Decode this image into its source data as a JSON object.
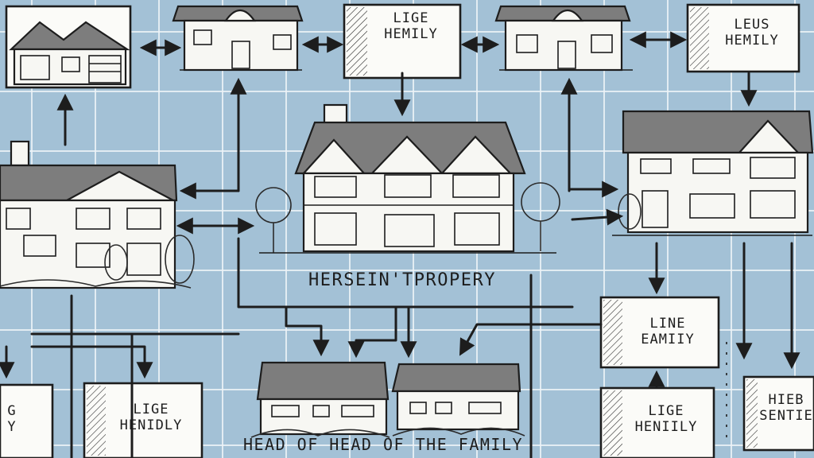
{
  "boxes": {
    "top_middle": "LIGE\nHEMILY",
    "top_right": "LEUS\nHEMILY",
    "right_middle": "LINE\nEAMIIY",
    "bottom_right_lower": "LIGE\nHENIILY",
    "bottom_left": "LIGE\nHENIDLY",
    "bottom_far_left": "G\nY",
    "bottom_far_right": "HIEB\nSENTIE"
  },
  "captions": {
    "center_property": "HERSEIN'TPROPERY",
    "bottom_family": "HEAD OF HEAD OF THE FAMILY"
  },
  "colors": {
    "background": "#a3c1d6",
    "grid": "#eef4f8",
    "ink": "#1d1d1d",
    "paper": "#f7f7f3",
    "roof": "#7d7d7d"
  }
}
